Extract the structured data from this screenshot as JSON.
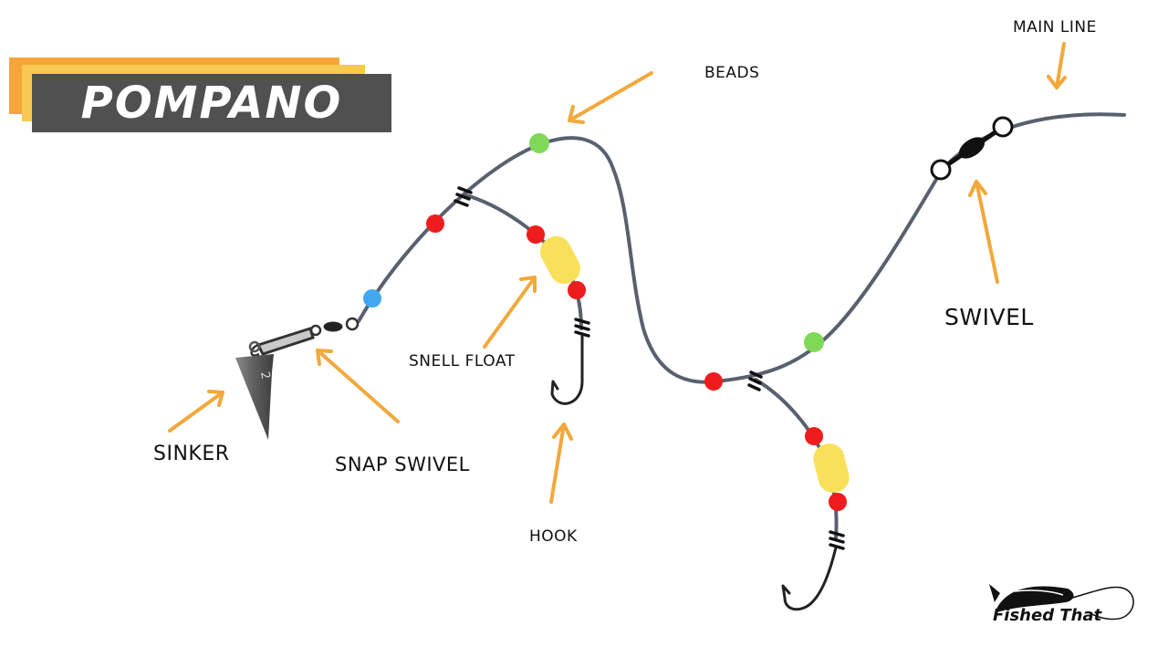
{
  "title": "POMPANO RIG",
  "labels": {
    "main_line": "MAIN LINE",
    "beads": "BEADS",
    "swivel": "SWIVEL",
    "snell_float": "SNELL FLOAT",
    "hook": "HOOK",
    "snap_swivel": "SNAP SWIVEL",
    "sinker": "SINKER"
  },
  "sinker_mark": "2",
  "logo": {
    "text": "Fished That"
  },
  "colors": {
    "line": "#59606e",
    "arrow": "#f2a83c",
    "title_bg": "#505050",
    "title_accent_orange": "#f5a53a",
    "title_accent_yellow": "#f7c950",
    "bead_red": "#ee1c1c",
    "bead_green": "#7ed957",
    "bead_blue": "#3fa8f0",
    "float_yellow": "#f9e05a"
  }
}
